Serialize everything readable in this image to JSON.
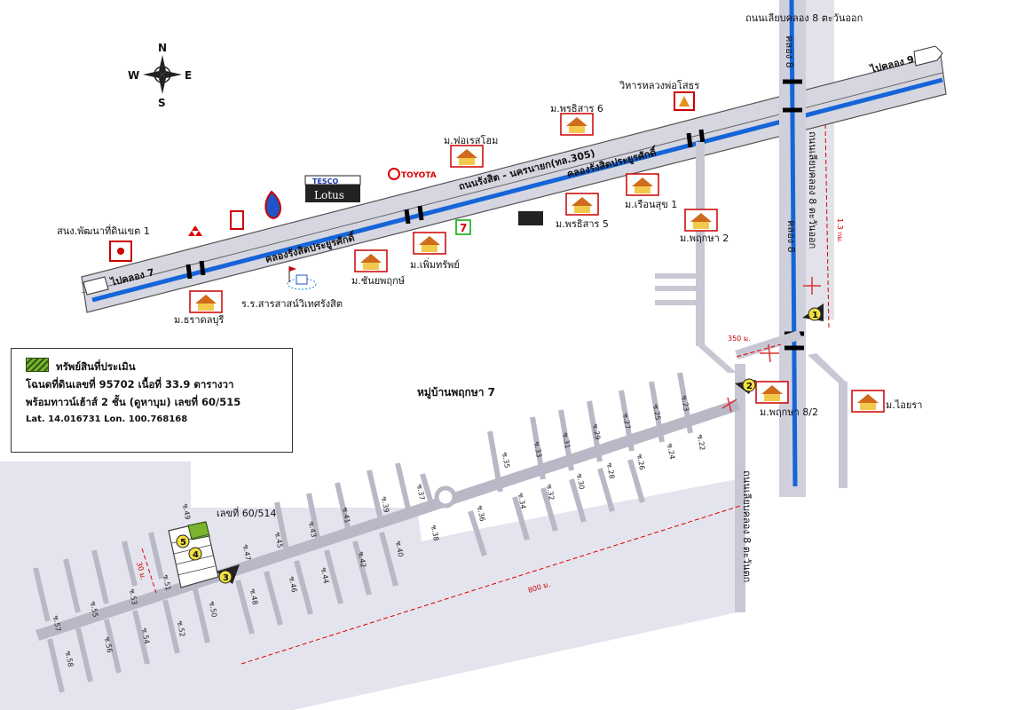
{
  "compass": {
    "n": "N",
    "s": "S",
    "e": "E",
    "w": "W"
  },
  "roads": {
    "main_road": "ถนนรังสิต - นครนายก(ทล.305)",
    "canal": "คลองรังสิตประยูรศักดิ์",
    "canal_right": "คลองรังสิตประยูรศักดิ์",
    "to_klong9": "ไปคลอง 9",
    "to_klong7": "ไปคลอง 7",
    "east_road_top": "ถนนเลียบคลอง 8 ตะวันออก",
    "east_road_side": "ถนนเลียบคลอง 8 ตะวันออก",
    "west_road": "ถนนเลียบคลอง 8 ตะวันตก",
    "klong8": "คลอง 8",
    "klong8_upper": "คลอง 8"
  },
  "places": {
    "sanong": "สนง.พัฒนาที่ดินเขต 1",
    "tesco_top": "TESCO",
    "tesco_bottom": "Lotus",
    "toyota": "TOYOTA",
    "seven": "7",
    "wat": "วิหารหลวงพ่อโสธร",
    "school": "ร.ร.สารสาสน์วิเทศรังสิต",
    "m_tharaburi": "ม.ธราดลบุรี",
    "m_chanyaphruek": "ม.ชันยพฤกษ์",
    "m_phermsap": "ม.เพิ่มทรัพย์",
    "m_forest": "ม.ฟอเรสโฮม",
    "m_ruensuk": "ม.เรือนสุข 1",
    "m_pornsiri5": "ม.พรธิสาร 5",
    "m_pornsiri6": "ม.พรธิสาร 6",
    "m_phruksa2": "ม.พฤกษา 2",
    "m_phruksa82": "ม.พฤกษา 8/2",
    "m_aira": "ม.ไอยรา",
    "village": "หมู่บ้านพฤกษา 7",
    "house514": "เลขที่ 60/514"
  },
  "distances": {
    "d13": "1.3 กม.",
    "d350": "350 ม.",
    "d800": "800 ม.",
    "d30": "30 ม."
  },
  "markers": [
    "1",
    "2",
    "3",
    "4",
    "5"
  ],
  "sois": [
    "ซ.23",
    "ซ.25",
    "ซ.27",
    "ซ.29",
    "ซ.31",
    "ซ.33",
    "ซ.35",
    "ซ.22",
    "ซ.24",
    "ซ.26",
    "ซ.28",
    "ซ.30",
    "ซ.32",
    "ซ.34",
    "ซ.36",
    "ซ.37",
    "ซ.38",
    "ซ.39",
    "ซ.40",
    "ซ.41",
    "ซ.42",
    "ซ.43",
    "ซ.44",
    "ซ.45",
    "ซ.46",
    "ซ.47",
    "ซ.48",
    "ซ.49",
    "ซ.50",
    "ซ.51",
    "ซ.52",
    "ซ.53",
    "ซ.54",
    "ซ.55",
    "ซ.56",
    "ซ.57",
    "ซ.58"
  ],
  "legend": {
    "title": "ทรัพย์สินที่ประเมิน",
    "line1": "โฉนดที่ดินเลขที่ 95702 เนื้อที่ 33.9 ตารางวา",
    "line2": "พร้อมทาวน์เฮ้าส์ 2 ชั้น (ดูหาบุม)  เลขที่ 60/515",
    "coords": "Lat. 14.016731 Lon. 100.768168"
  },
  "colors": {
    "water": "#1565d8",
    "road": "#bdbdc9",
    "pin": "#d33",
    "highlight": "#7ab32e",
    "marker": "#f0e040"
  }
}
